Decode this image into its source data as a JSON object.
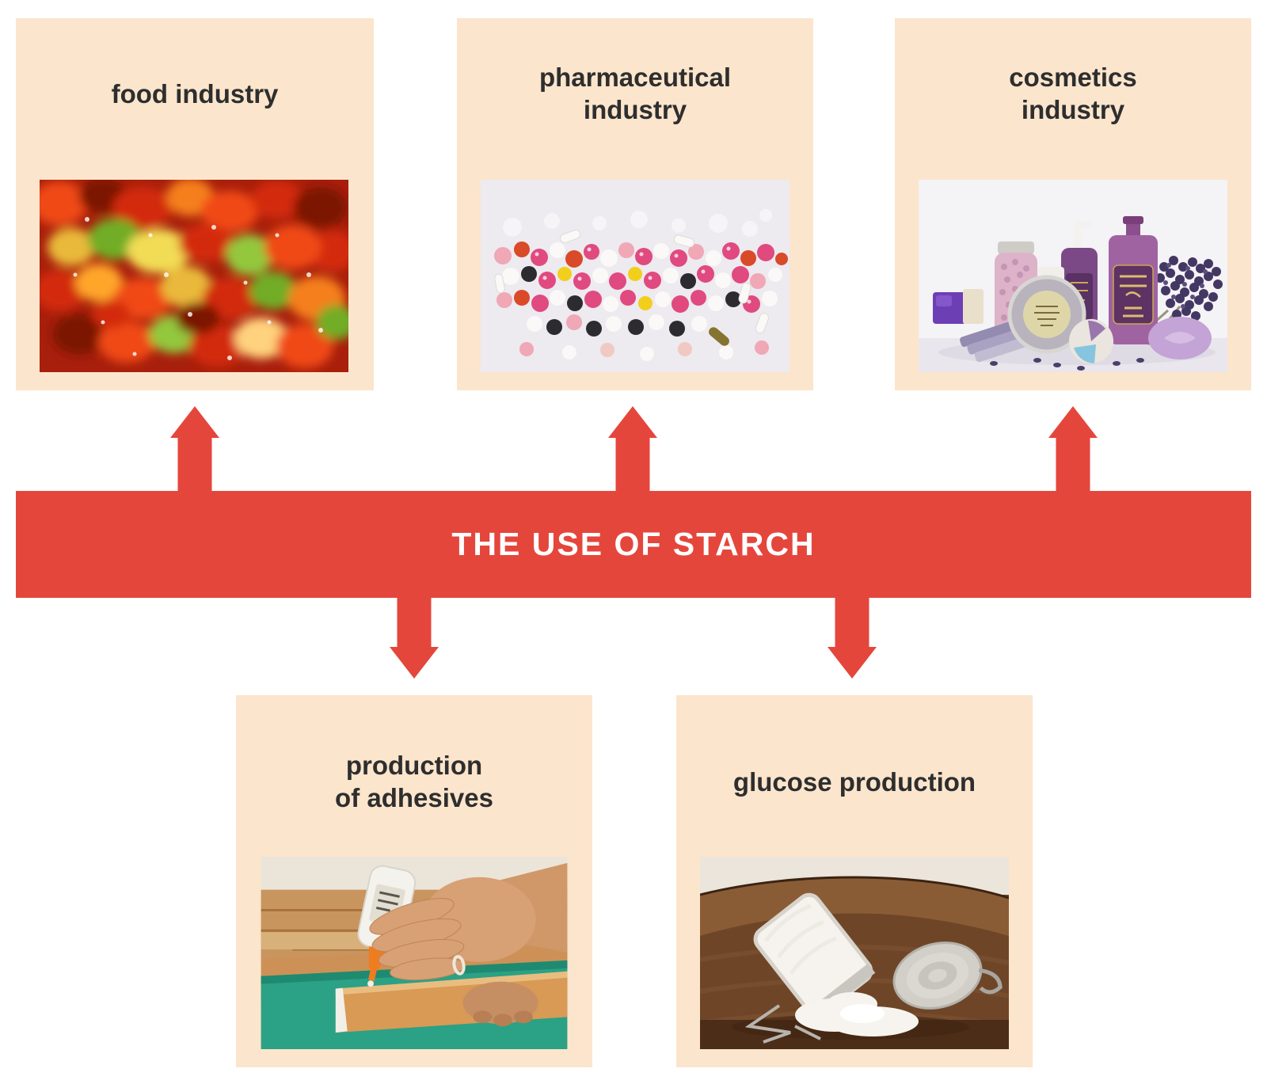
{
  "colors": {
    "background": "#ffffff",
    "box_fill": "#fbe5cc",
    "accent_red": "#e5463c",
    "label_text": "#2e2e2e",
    "title_text": "#ffffff"
  },
  "banner": {
    "title": "THE USE OF STARCH"
  },
  "boxes": {
    "food": {
      "lines": [
        "food industry"
      ],
      "image_alt": "gummy bear candies close-up"
    },
    "pharma": {
      "lines": [
        "pharmaceutical",
        "industry"
      ],
      "image_alt": "colorful pills and tablets"
    },
    "cosmetics": {
      "lines": [
        "cosmetics",
        "industry"
      ],
      "image_alt": "lavender cosmetics products set"
    },
    "adhesives": {
      "lines": [
        "production",
        "of adhesives"
      ],
      "image_alt": "hand applying glue to flooring plank"
    },
    "glucose": {
      "lines": [
        "glucose production"
      ],
      "image_alt": "tipped jar spilling white starch powder"
    }
  }
}
